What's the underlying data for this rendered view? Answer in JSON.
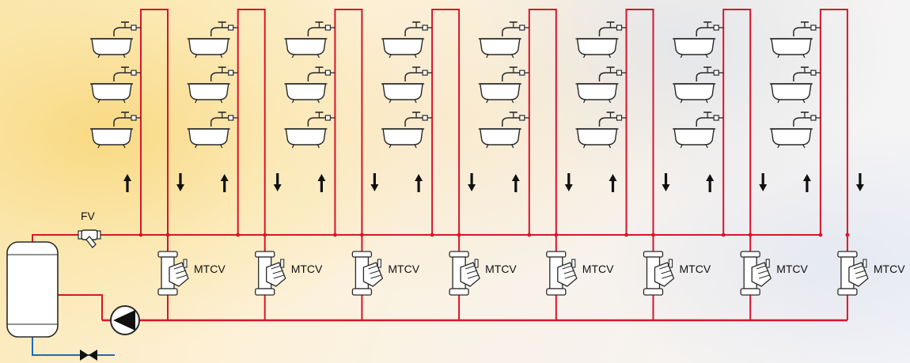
{
  "diagram": {
    "filter_label": "FV",
    "valve_label": "MTCV",
    "risers_count": 8,
    "fixtures_per_riser": 3,
    "colors": {
      "hot_pipe": "#d9142b",
      "cold_pipe": "#1f6bb5",
      "outline": "#2a2a2a"
    },
    "flow_direction": {
      "supply": "up",
      "return": "down"
    },
    "icons": {
      "fixture": "bathtub-with-faucet-icon",
      "flow_up": "arrow-up-icon",
      "flow_down": "arrow-down-icon",
      "valve": "mtcv-valve-icon",
      "filter": "strainer-filter-icon",
      "pump": "pump-icon",
      "tank": "storage-tank-icon",
      "cold_inlet_valve": "gate-valve-icon"
    }
  }
}
